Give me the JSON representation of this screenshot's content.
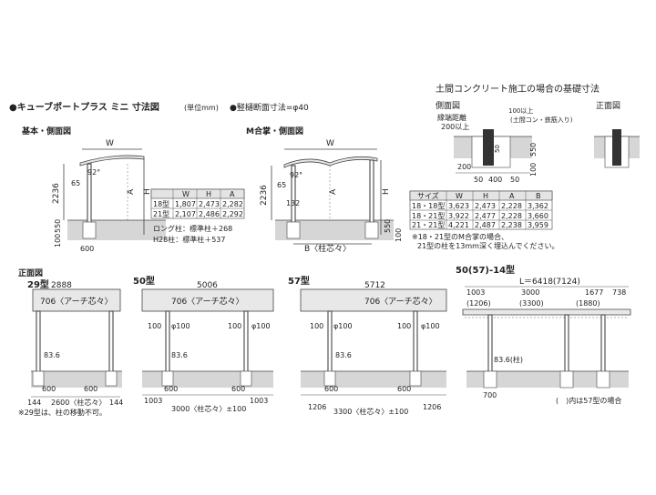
{
  "header": {
    "title": "●キューブポートプラス ミニ 寸法図",
    "unit": "(単位mm)",
    "note": "●竪樋断面寸法=φ40",
    "foundation_title": "土間コンクリート施工の場合の基礎寸法"
  },
  "side_basic": {
    "title": "基本・側面図",
    "w": "W",
    "angle": "92°",
    "d65": "65",
    "h2236": "2236",
    "a": "A",
    "h": "H",
    "d100": "100",
    "d550": "550",
    "d600": "600"
  },
  "side_m": {
    "title": "M合掌・側面図",
    "w": "W",
    "angle": "92°",
    "d65": "65",
    "h2236": "2236",
    "d132": "132",
    "a": "A",
    "h": "H",
    "d100": "100",
    "d550": "550",
    "b_label": "B〈柱芯々〉"
  },
  "table_basic": {
    "headers": [
      "",
      "W",
      "H",
      "A"
    ],
    "rows": [
      [
        "18型",
        "1,807",
        "2,473",
        "2,282"
      ],
      [
        "21型",
        "2,107",
        "2,486",
        "2,292"
      ]
    ],
    "note1": "ロング柱：標準柱＋268",
    "note2": "H28柱：標準柱＋537"
  },
  "table_m": {
    "headers": [
      "サイズ",
      "W",
      "H",
      "A",
      "B"
    ],
    "rows": [
      [
        "18・18型",
        "3,623",
        "2,473",
        "2,228",
        "3,362"
      ],
      [
        "18・21型",
        "3,922",
        "2,477",
        "2,228",
        "3,660"
      ],
      [
        "21・21型",
        "4,221",
        "2,487",
        "2,238",
        "3,959"
      ]
    ],
    "note": "※18・21型のM合掌の場合、21型の柱を13mm深く埋込んでください。"
  },
  "foundation_side": {
    "title": "側面図",
    "edge_label": "縁端距離",
    "edge_value": "200以上",
    "min100": "100以上",
    "min100_note": "(土間コン・鉄筋入り)",
    "d50a": "50",
    "d550": "550",
    "d200": "200",
    "d100": "100",
    "d50b": "50",
    "d400": "400",
    "d50c": "50"
  },
  "foundation_front": {
    "title": "正面図"
  },
  "front": {
    "section_title": "正面図",
    "m29": {
      "title": "29型",
      "width": "2888",
      "arch": "706〈アーチ芯々〉",
      "d836": "83.6",
      "f1": "600",
      "f2": "600",
      "o1": "144",
      "center": "2600〈柱芯々〉",
      "o2": "144",
      "note": "※29型は、柱の移動不可。"
    },
    "m50": {
      "title": "50型",
      "width": "5006",
      "arch": "706〈アーチ芯々〉",
      "r1": "100",
      "phi1": "φ100",
      "r2": "100",
      "phi2": "φ100",
      "d836": "83.6",
      "f1": "600",
      "f2": "600",
      "o1": "1003",
      "center": "3000〈柱芯々〉±100",
      "o2": "1003"
    },
    "m57": {
      "title": "57型",
      "width": "5712",
      "arch": "706〈アーチ芯々〉",
      "r1": "100",
      "phi1": "φ100",
      "r2": "100",
      "phi2": "φ100",
      "d836": "83.6",
      "f1": "600",
      "f2": "600",
      "o1": "1206",
      "center": "3300〈柱芯々〉±100",
      "o2": "1206"
    },
    "m50_14": {
      "title": "50(57)-14型",
      "length": "L＝6418(7124)",
      "s1": "1003",
      "s2": "3000",
      "s3": "1677",
      "s4": "738",
      "s1b": "(1206)",
      "s2b": "(3300)",
      "s3b": "(1880)",
      "d836": "83.6(柱)",
      "f": "700",
      "legend": "(　)内は57型の場合"
    }
  }
}
